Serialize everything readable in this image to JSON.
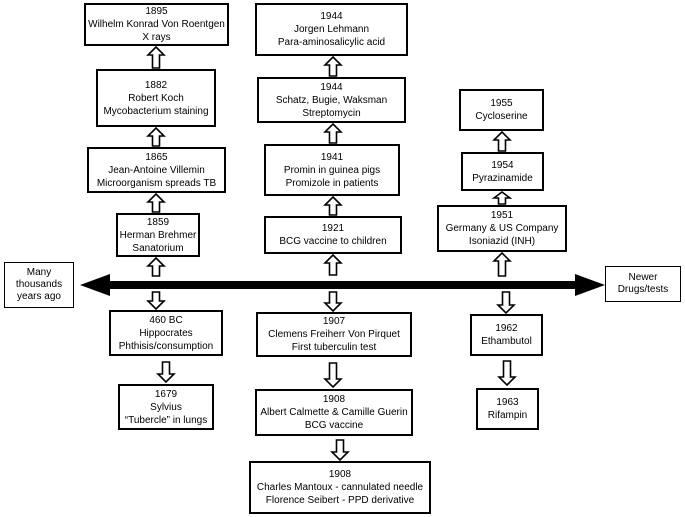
{
  "timeline": {
    "left_label": [
      "Many",
      "thousands",
      "years ago"
    ],
    "right_label": [
      "Newer",
      "Drugs/tests"
    ]
  },
  "events": {
    "roentgen": [
      "1895",
      "Wilhelm Konrad Von Roentgen",
      "X rays"
    ],
    "koch": [
      "1882",
      "Robert Koch",
      "Mycobacterium staining"
    ],
    "villemin": [
      "1865",
      "Jean-Antoine Villemin",
      "Microorganism spreads TB"
    ],
    "brehmer": [
      "1859",
      "Herman Brehmer",
      "Sanatorium"
    ],
    "hippocrates": [
      "460 BC",
      "Hippocrates",
      "Phthisis/consumption"
    ],
    "sylvius": [
      "1679",
      "Sylvius",
      "“Tubercle” in lungs"
    ],
    "lehmann": [
      "1944",
      "Jorgen Lehmann",
      "Para-aminosalicylic acid"
    ],
    "waksman": [
      "1944",
      "Schatz, Bugie, Waksman",
      "Streptomycin"
    ],
    "promin": [
      "1941",
      "Promin in guinea pigs",
      "Promizole in patients"
    ],
    "bcg_children": [
      "1921",
      "BCG vaccine to children"
    ],
    "pirquet": [
      "1907",
      "Clemens Freiherr Von Pirquet",
      "First tuberculin test"
    ],
    "calmette": [
      "1908",
      "Albert Calmette & Camille Guerin",
      "BCG vaccine"
    ],
    "mantoux": [
      "1908",
      "Charles Mantoux - cannulated needle",
      "Florence Seibert - PPD derivative"
    ],
    "cycloserine": [
      "1955",
      "Cycloserine"
    ],
    "pyrazinamide": [
      "1954",
      "Pyrazinamide"
    ],
    "isoniazid": [
      "1951",
      "Germany & US Company",
      "Isoniazid (INH)"
    ],
    "ethambutol": [
      "1962",
      "Ethambutol"
    ],
    "rifampin": [
      "1963",
      "Rifampin"
    ]
  }
}
